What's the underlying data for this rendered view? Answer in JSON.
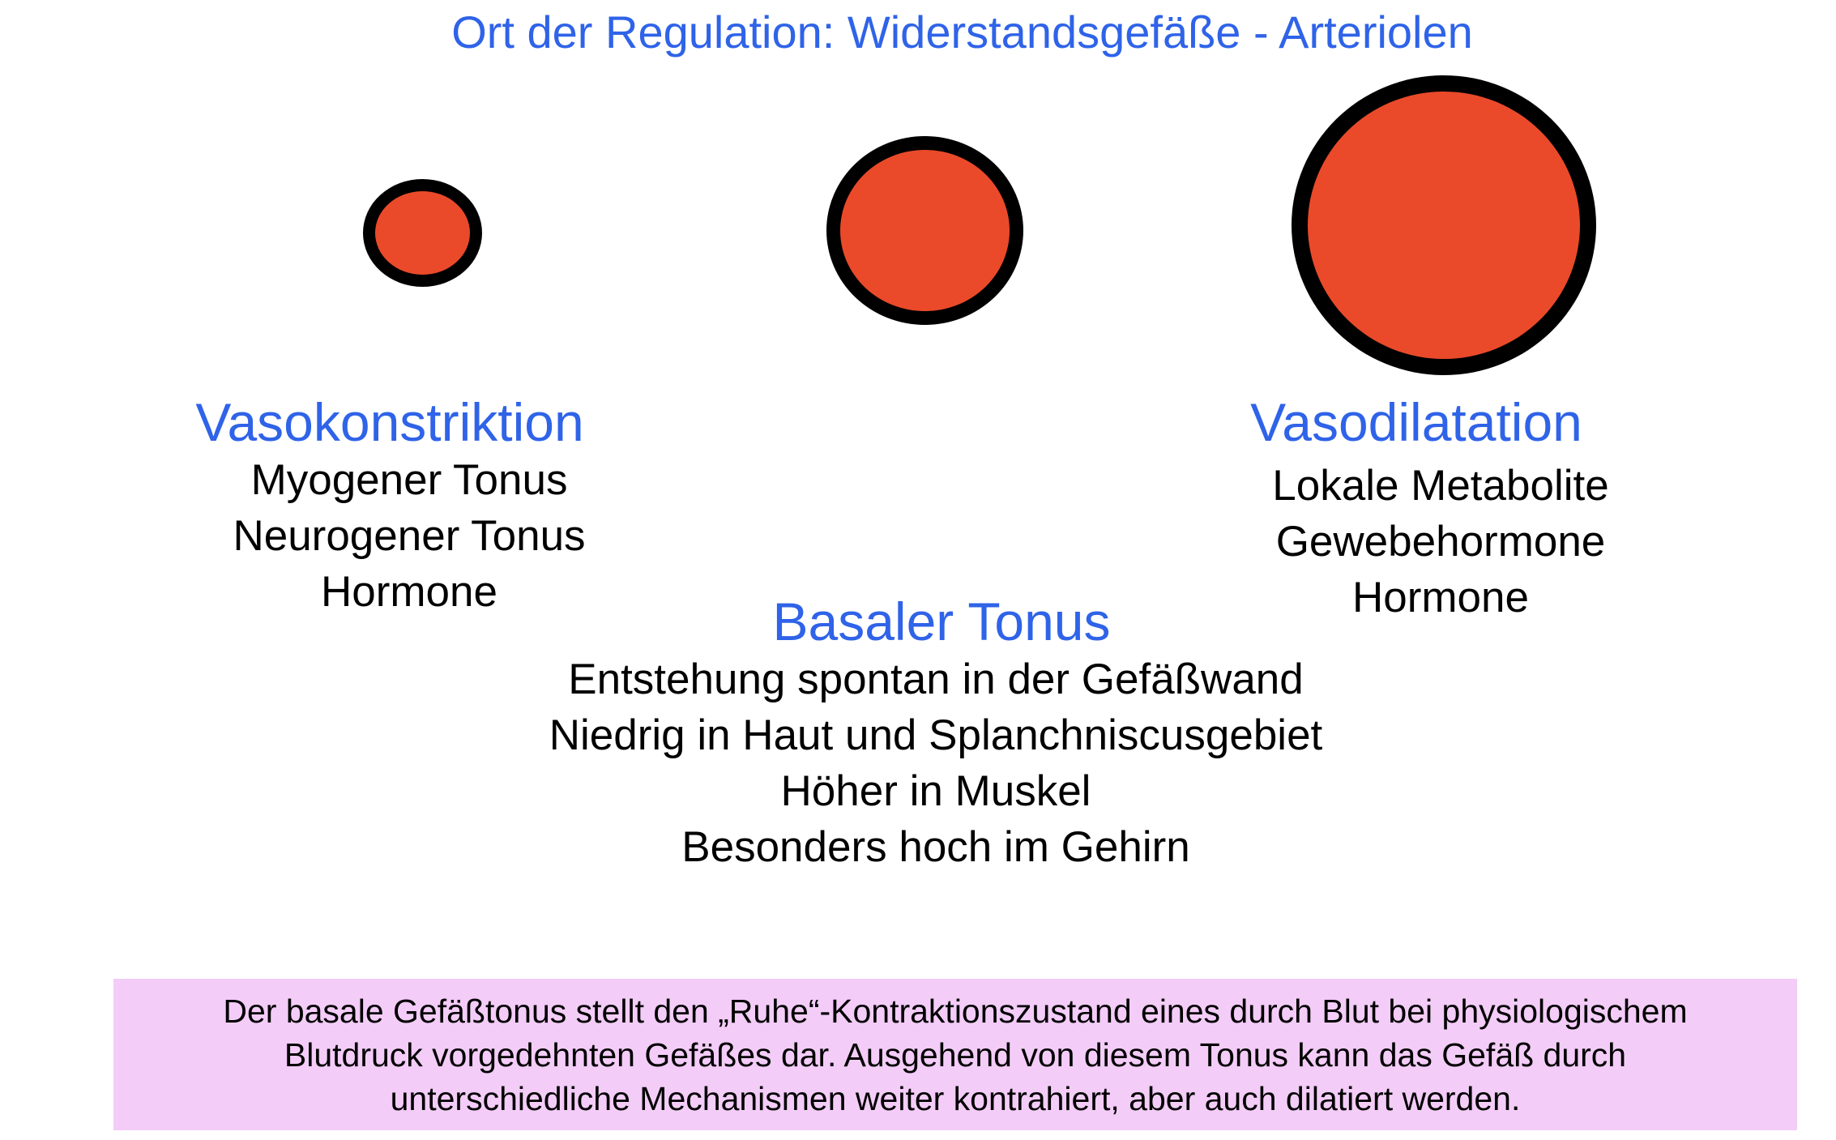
{
  "title": "Ort der Regulation: Widerstandsgefäße - Arteriolen",
  "colors": {
    "heading_blue": "#2f63e8",
    "vessel_fill": "#ea4a2a",
    "vessel_outline": "#000000",
    "note_background": "#f3ccf7"
  },
  "vessels": [
    {
      "state": "constricted"
    },
    {
      "state": "basal"
    },
    {
      "state": "dilated"
    }
  ],
  "vasokonstriktion": {
    "heading": "Vasokonstriktion",
    "items": [
      "Myogener Tonus",
      "Neurogener Tonus",
      "Hormone"
    ]
  },
  "basal": {
    "heading": "Basaler Tonus",
    "items": [
      "Entstehung spontan in der Gefäßwand",
      "Niedrig in Haut und Splanchniscusgebiet",
      "Höher in Muskel",
      "Besonders hoch im Gehirn"
    ]
  },
  "vasodilatation": {
    "heading": "Vasodilatation",
    "items": [
      "Lokale Metabolite",
      "Gewebehormone",
      "Hormone"
    ]
  },
  "note": {
    "lines": [
      "Der basale Gefäßtonus stellt den „Ruhe“-Kontraktionszustand eines durch Blut bei physiologischem",
      "Blutdruck vorgedehnten Gefäßes dar. Ausgehend von diesem Tonus kann das Gefäß durch",
      "unterschiedliche Mechanismen weiter kontrahiert, aber auch dilatiert werden."
    ]
  }
}
